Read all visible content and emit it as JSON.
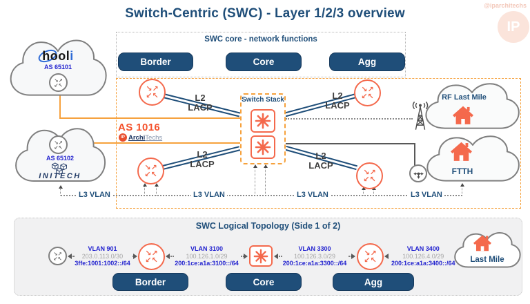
{
  "watermark": {
    "handle": "@iparchitechs",
    "logo": "IP"
  },
  "title": "Switch-Centric (SWC) - Layer 1/2/3 overview",
  "icons": {
    "router_arrows": "↘↗↙↖"
  },
  "core_panel": {
    "title": "SWC core - network functions",
    "buttons": [
      "Border",
      "Core",
      "Agg"
    ]
  },
  "upper": {
    "hooli_name_black": "hool",
    "hooli_name_blue": "i",
    "hooli_as": "AS 65101",
    "initech_as": "AS 65102",
    "initech_name": "INITECH",
    "as_banner": "AS 1016",
    "brand_ip": "IP",
    "brand_archi": "Archi",
    "brand_techs": "Techs",
    "switch_stack": "Switch Stack",
    "l2": "L2",
    "lacp": "LACP",
    "l3_vlan": "L3 VLAN",
    "rf_cloud": "RF Last Mile",
    "ftth_cloud": "FTTH"
  },
  "logical": {
    "title": "SWC Logical Topology (Side 1 of 2)",
    "links": [
      {
        "vlan": "VLAN 901",
        "ipv4": "203.0.113.0/30",
        "ipv6": "3ffe:1001:1002::/64"
      },
      {
        "vlan": "VLAN 3100",
        "ipv4": "100.126.1.0/29",
        "ipv6": "200:1ce:a1a:3100::/64"
      },
      {
        "vlan": "VLAN 3300",
        "ipv4": "100.126.3.0/29",
        "ipv6": "200:1ce:a1a:3300::/64"
      },
      {
        "vlan": "VLAN 3400",
        "ipv4": "100.126.4.0/29",
        "ipv6": "200:1ce:a1a:3400::/64"
      }
    ],
    "cloud": "Last Mile",
    "buttons": [
      "Border",
      "Core",
      "Agg"
    ]
  },
  "colors": {
    "navy": "#1f4e79",
    "coral": "#f4694c",
    "line_orange": "#f6a13c",
    "vivid_blue": "#2323cf",
    "ip_gray": "#a6a6a6"
  }
}
